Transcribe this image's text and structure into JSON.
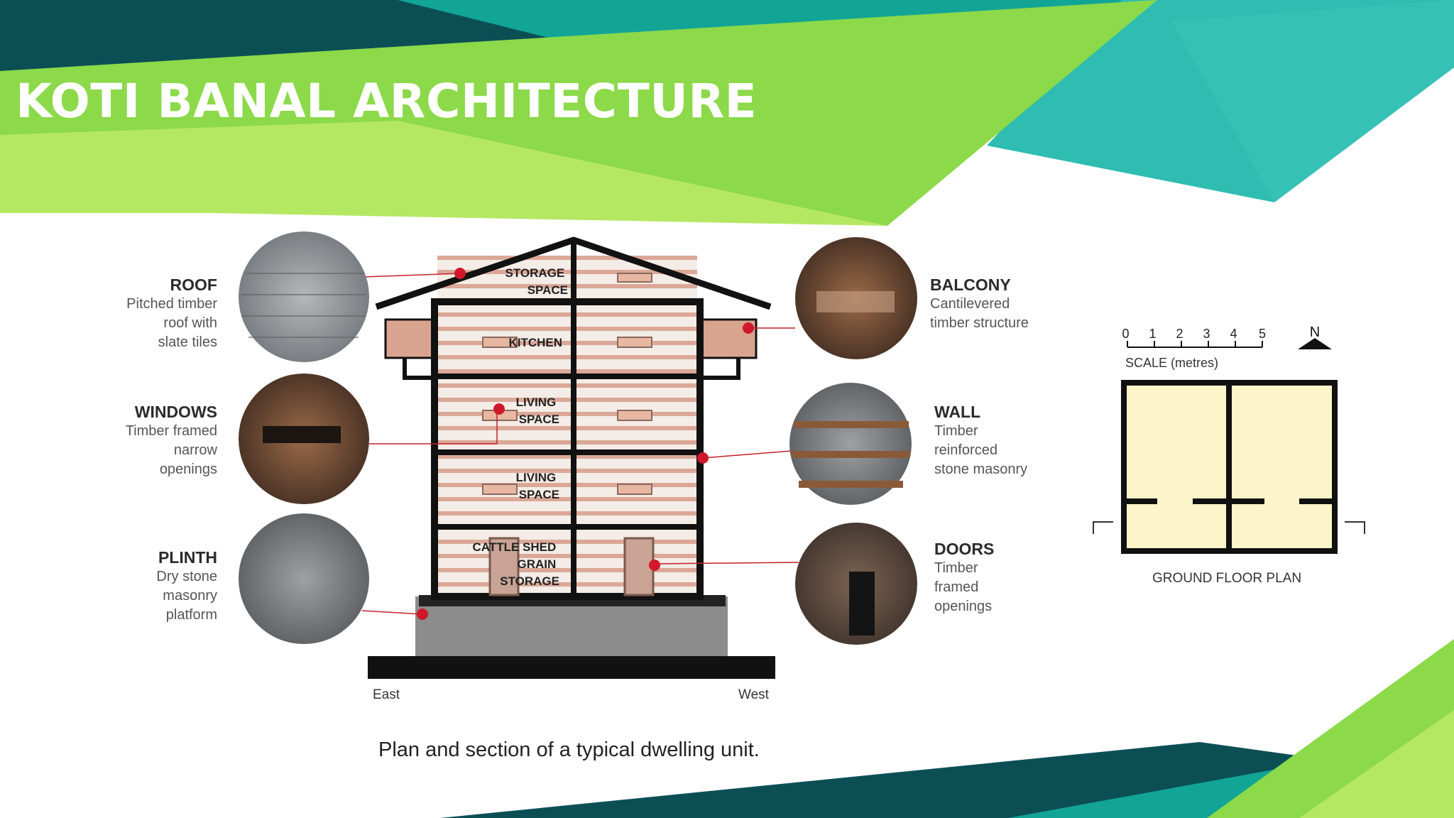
{
  "slide": {
    "title": "KOTI BANAL ARCHITECTURE",
    "colors": {
      "dark_teal": "#0b4f55",
      "teal": "#12a596",
      "light_teal": "#2ebdb0",
      "green": "#8cd94a",
      "lime": "#b5e862"
    }
  },
  "section": {
    "rooms": {
      "storage": [
        "STORAGE",
        "SPACE"
      ],
      "kitchen": "KITCHEN",
      "living_upper": [
        "LIVING",
        "SPACE"
      ],
      "living_lower": [
        "LIVING",
        "SPACE"
      ],
      "cattle": [
        "CATTLE SHED",
        "GRAIN",
        "STORAGE"
      ]
    },
    "east_label": "East",
    "west_label": "West"
  },
  "callouts_left": [
    {
      "heading": "ROOF",
      "lines": [
        "Pitched timber",
        "roof with",
        "slate tiles"
      ]
    },
    {
      "heading": "WINDOWS",
      "lines": [
        "Timber framed",
        "narrow",
        "openings"
      ]
    },
    {
      "heading": "PLINTH",
      "lines": [
        "Dry stone",
        "masonry",
        "platform"
      ]
    }
  ],
  "callouts_right": [
    {
      "heading": "BALCONY",
      "lines": [
        "Cantilevered",
        "timber structure"
      ]
    },
    {
      "heading": "WALL",
      "lines": [
        "Timber",
        "reinforced",
        "stone masonry"
      ]
    },
    {
      "heading": "DOORS",
      "lines": [
        "Timber",
        "framed",
        "openings"
      ]
    }
  ],
  "plan": {
    "scale_ticks": [
      "0",
      "1",
      "2",
      "3",
      "4",
      "5"
    ],
    "scale_label": "SCALE (metres)",
    "north": "N",
    "title": "GROUND FLOOR PLAN"
  },
  "caption": "Plan and section of a typical dwelling unit."
}
